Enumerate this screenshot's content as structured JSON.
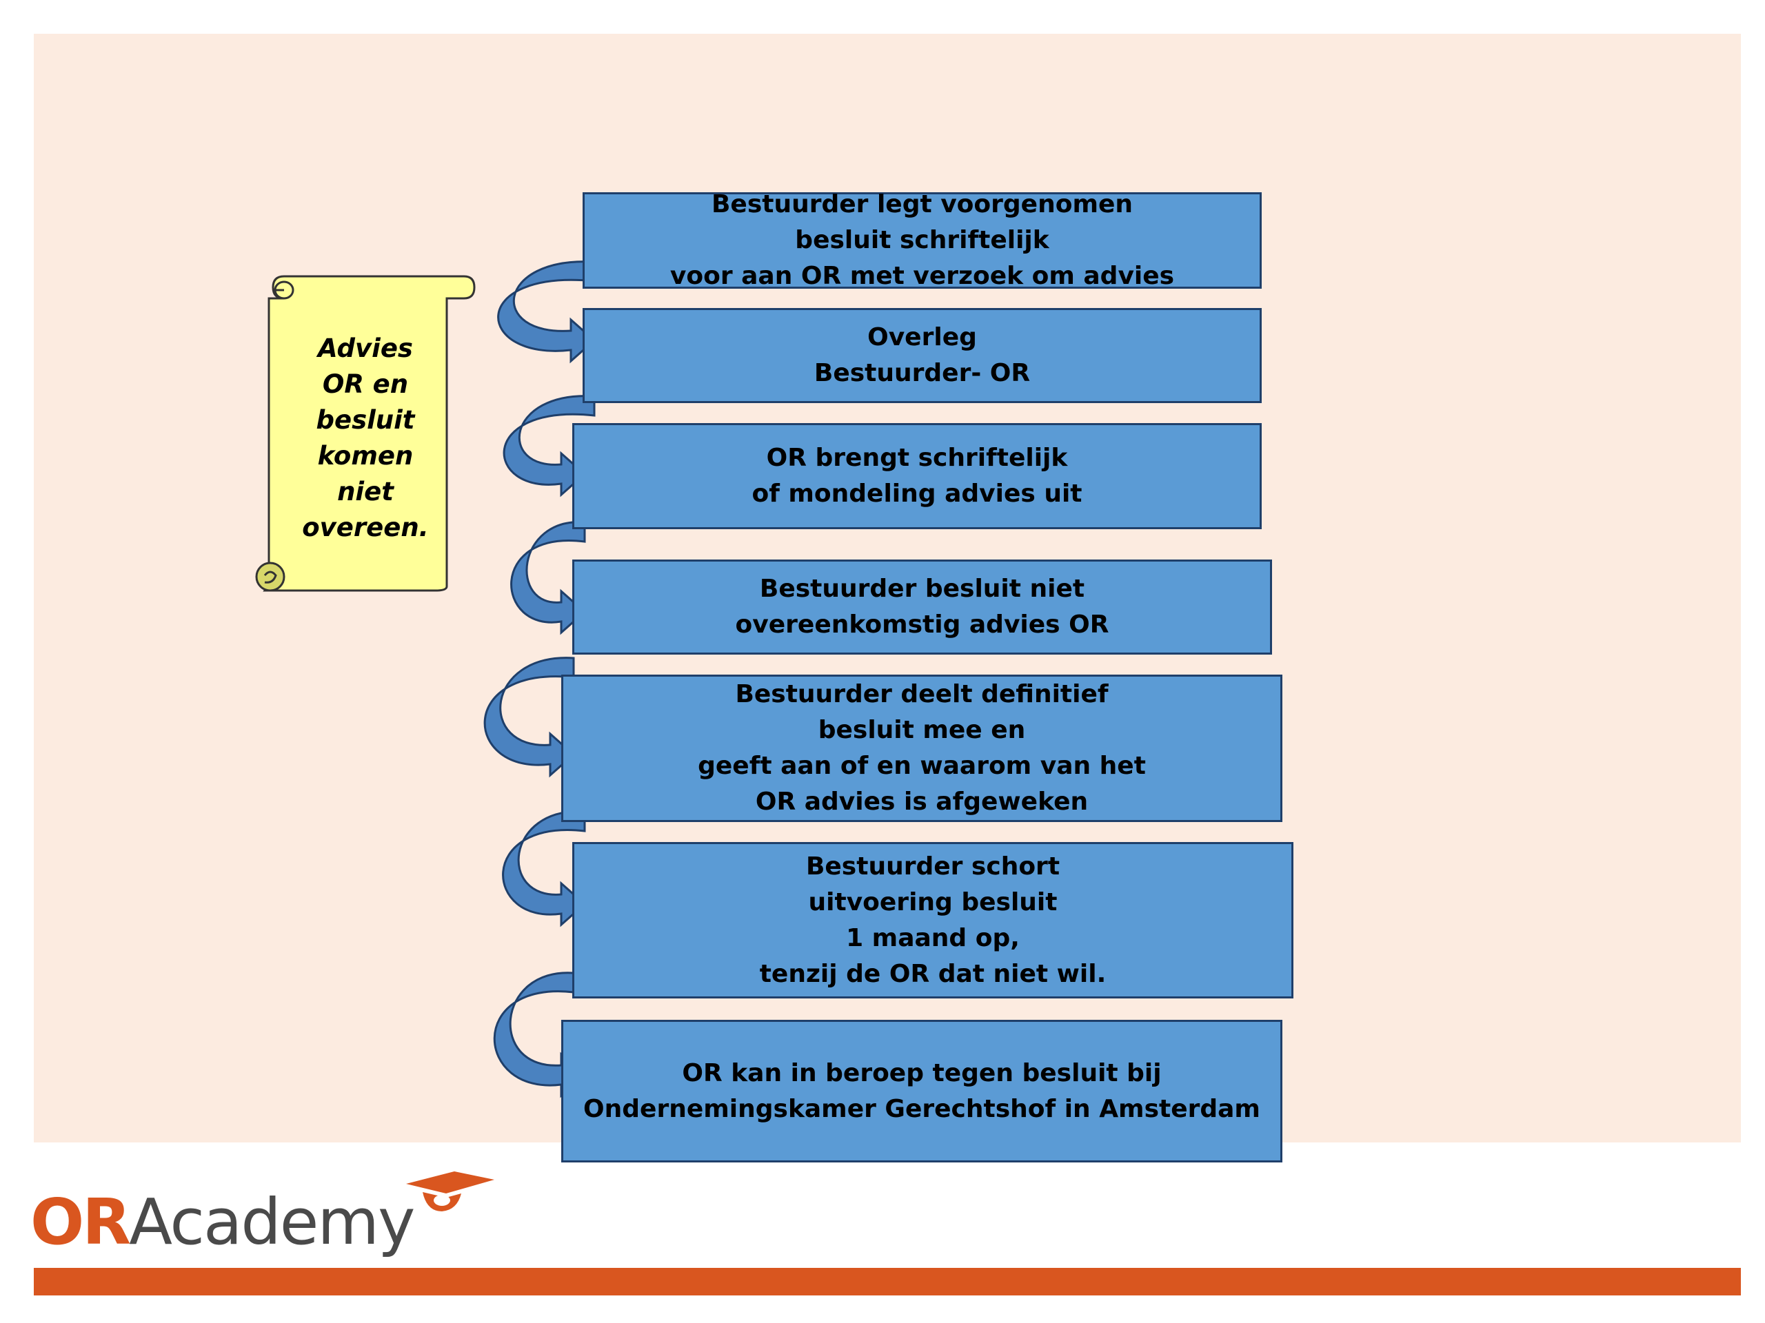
{
  "colors": {
    "slide_background": "#fcebe0",
    "box_fill": "#5b9bd5",
    "box_border": "#1f3f6a",
    "arrow_fill": "#4a82c0",
    "scroll_fill": "#ffff99",
    "brand_orange": "#d9561f",
    "logo_gray": "#4a4a4a"
  },
  "steps": [
    {
      "lines": [
        "Bestuurder legt voorgenomen",
        "besluit schriftelijk",
        "voor aan OR met verzoek om advies"
      ]
    },
    {
      "lines": [
        "Overleg",
        "Bestuurder- OR"
      ]
    },
    {
      "lines": [
        "OR brengt schriftelijk",
        "of mondeling advies uit"
      ]
    },
    {
      "lines": [
        "Bestuurder besluit niet",
        "overeenkomstig advies OR"
      ]
    },
    {
      "lines": [
        "Bestuurder deelt definitief",
        "besluit mee en",
        "geeft aan of en waarom van het",
        "OR advies is afgeweken"
      ]
    },
    {
      "lines": [
        "Bestuurder schort",
        "uitvoering besluit",
        "1 maand op,",
        "tenzij de OR dat niet wil."
      ]
    },
    {
      "lines": [
        "OR kan in beroep tegen besluit bij",
        "Ondernemingskamer Gerechtshof in Amsterdam"
      ]
    }
  ],
  "scroll": {
    "lines": [
      "Advies",
      "OR en",
      "besluit",
      "komen",
      "niet",
      "overeen."
    ],
    "icon": "scroll-banner"
  },
  "logo": {
    "part1": "OR",
    "part2": "Academy",
    "icon": "graduation-cap-icon"
  }
}
